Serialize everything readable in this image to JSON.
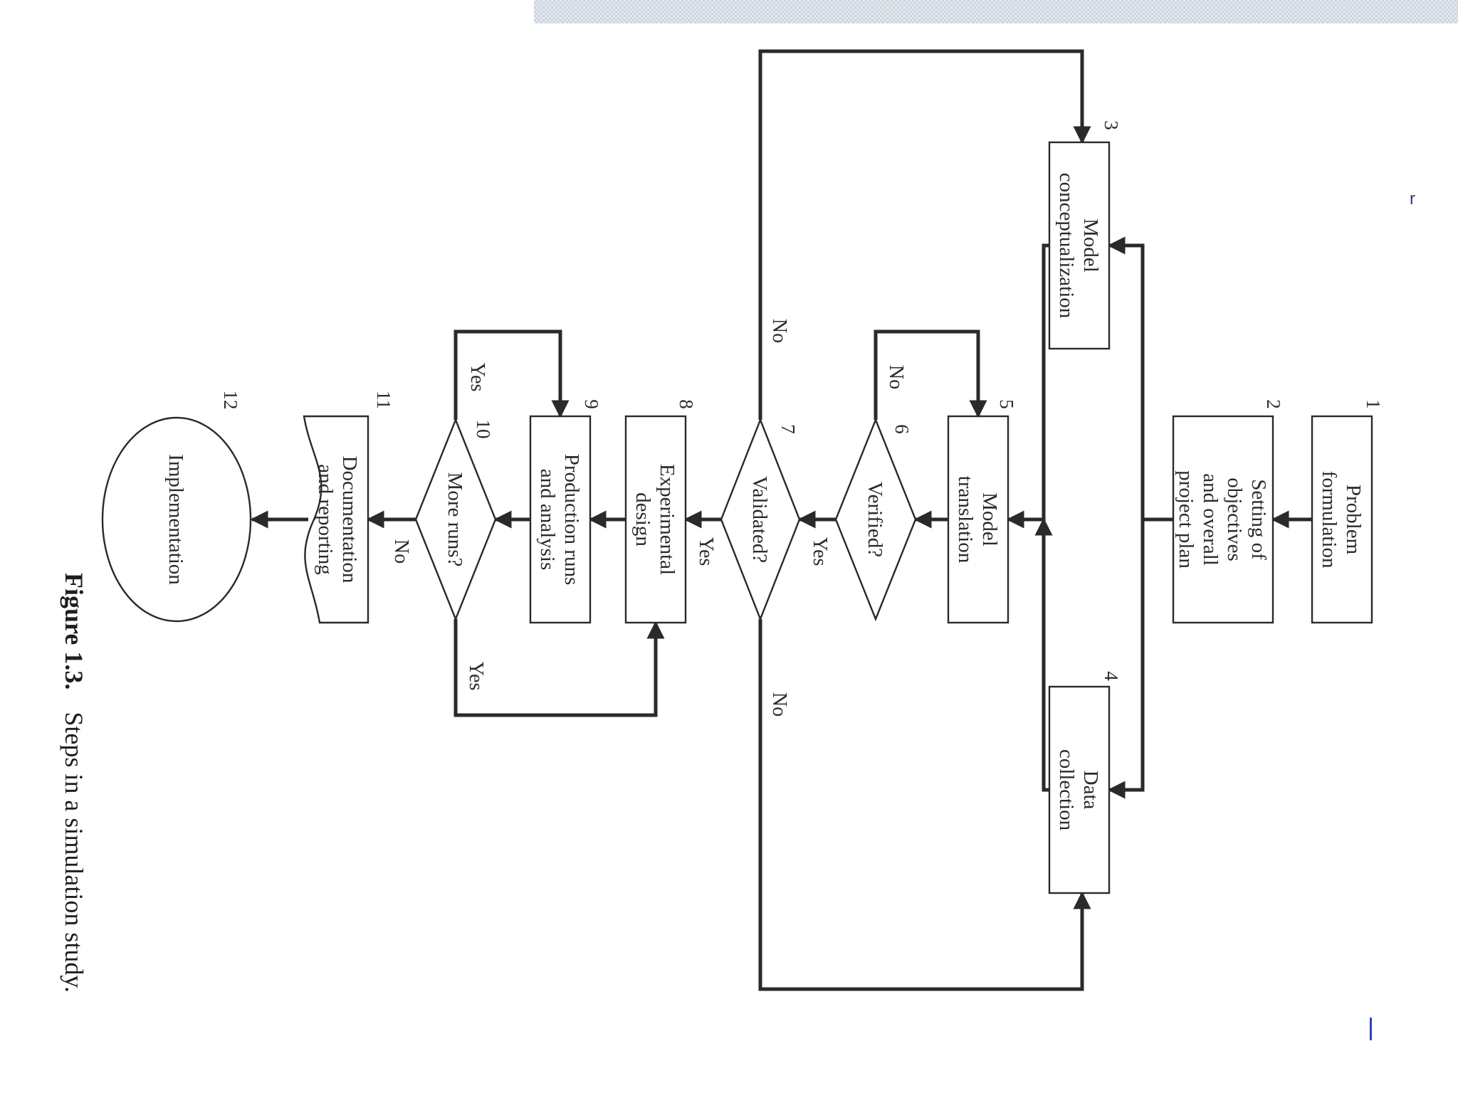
{
  "figure": {
    "caption_label": "Figure 1.3.",
    "caption_text": "Steps in a simulation study."
  },
  "edge_marks": {
    "right_char": "r"
  },
  "steps": [
    {
      "id": 1,
      "number": "1",
      "shape": "box",
      "lines": [
        "Problem",
        "formulation"
      ]
    },
    {
      "id": 2,
      "number": "2",
      "shape": "box",
      "lines": [
        "Setting of",
        "objectives",
        "and overall",
        "project plan"
      ]
    },
    {
      "id": 3,
      "number": "3",
      "shape": "box",
      "lines": [
        "Model",
        "conceptualization"
      ]
    },
    {
      "id": 4,
      "number": "4",
      "shape": "box",
      "lines": [
        "Data",
        "collection"
      ]
    },
    {
      "id": 5,
      "number": "5",
      "shape": "box",
      "lines": [
        "Model",
        "translation"
      ]
    },
    {
      "id": 6,
      "number": "6",
      "shape": "diamond",
      "lines": [
        "Verified?"
      ]
    },
    {
      "id": 7,
      "number": "7",
      "shape": "diamond",
      "lines": [
        "Validated?"
      ]
    },
    {
      "id": 8,
      "number": "8",
      "shape": "box",
      "lines": [
        "Experimental",
        "design"
      ]
    },
    {
      "id": 9,
      "number": "9",
      "shape": "box",
      "lines": [
        "Production runs",
        "and analysis"
      ]
    },
    {
      "id": 10,
      "number": "10",
      "shape": "diamond",
      "lines": [
        "More runs?"
      ]
    },
    {
      "id": 11,
      "number": "11",
      "shape": "document",
      "lines": [
        "Documentation",
        "and reporting"
      ]
    },
    {
      "id": 12,
      "number": "12",
      "shape": "ellipse",
      "lines": [
        "Implementation"
      ]
    }
  ],
  "edges": [
    {
      "from": 1,
      "to": 2,
      "label": ""
    },
    {
      "from": 2,
      "to": 3,
      "label": ""
    },
    {
      "from": 2,
      "to": 4,
      "label": ""
    },
    {
      "from": 3,
      "to": 5,
      "label": ""
    },
    {
      "from": 4,
      "to": 5,
      "label": ""
    },
    {
      "from": 5,
      "to": 6,
      "label": ""
    },
    {
      "from": 6,
      "to": 5,
      "label": "No"
    },
    {
      "from": 6,
      "to": 7,
      "label": "Yes"
    },
    {
      "from": 7,
      "to": 3,
      "label": "No"
    },
    {
      "from": 7,
      "to": 4,
      "label": "No"
    },
    {
      "from": 7,
      "to": 8,
      "label": "Yes"
    },
    {
      "from": 8,
      "to": 9,
      "label": ""
    },
    {
      "from": 9,
      "to": 10,
      "label": ""
    },
    {
      "from": 10,
      "to": 9,
      "label": "Yes"
    },
    {
      "from": 10,
      "to": 8,
      "label": "Yes"
    },
    {
      "from": 10,
      "to": 11,
      "label": "No"
    },
    {
      "from": 11,
      "to": 12,
      "label": ""
    }
  ]
}
